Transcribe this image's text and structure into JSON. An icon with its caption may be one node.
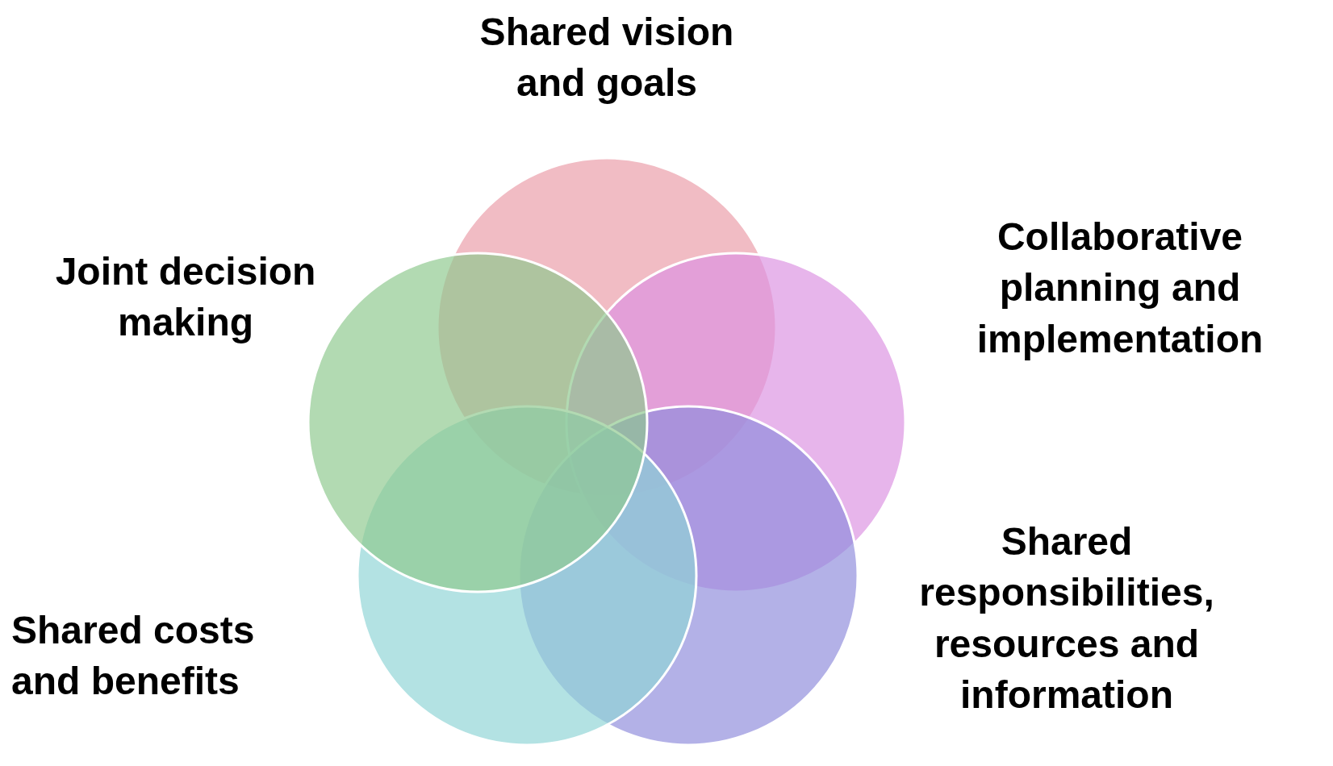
{
  "diagram": {
    "nodes": [
      {
        "text": [
          "Shared vision and goals"
        ]
      },
      {
        "text": [
          "Collaborative planning and implementation"
        ]
      },
      {
        "text": [
          "Joint decision making"
        ]
      },
      {
        "text": [
          "Shared responsibilities, resources and information"
        ]
      },
      {
        "text": [
          "Shared costs and benefits"
        ]
      }
    ]
  }
}
